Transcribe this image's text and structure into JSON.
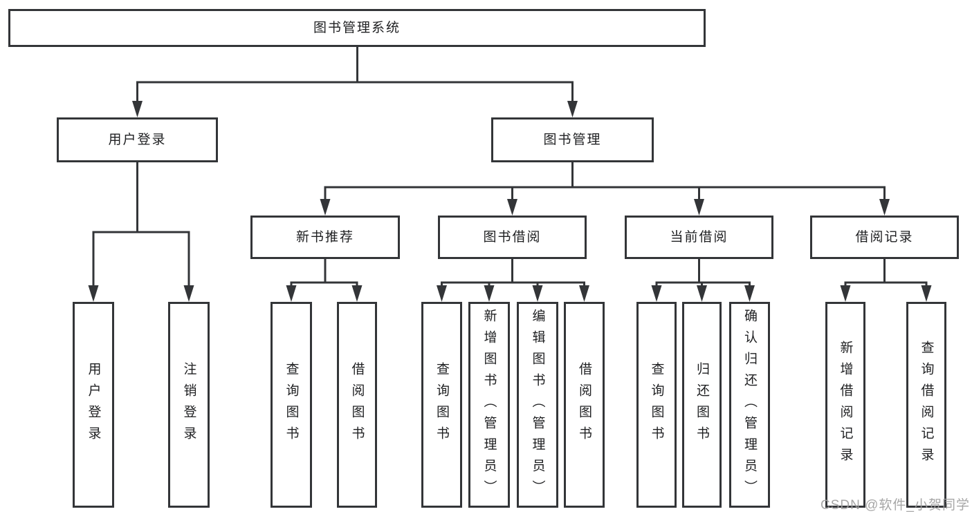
{
  "colors": {
    "line": "#333538",
    "box_border": "#333538",
    "box_fill": "#ffffff",
    "text": "#1e1f21",
    "watermark_text": "#9e9e9e",
    "background": "#ffffff"
  },
  "tree": {
    "root": "图书管理系统",
    "branches": [
      {
        "label": "用户登录",
        "children": [
          "用户登录",
          "注销登录"
        ]
      },
      {
        "label": "图书管理",
        "groups": [
          {
            "label": "新书推荐",
            "children": [
              "查询图书",
              "借阅图书"
            ]
          },
          {
            "label": "图书借阅",
            "children": [
              "查询图书",
              "新增图书（管理员）",
              "编辑图书（管理员）",
              "借阅图书"
            ]
          },
          {
            "label": "当前借阅",
            "children": [
              "查询图书",
              "归还图书",
              "确认归还（管理员）"
            ]
          },
          {
            "label": "借阅记录",
            "children": [
              "新增借阅记录",
              "查询借阅记录"
            ]
          }
        ]
      }
    ]
  },
  "watermark": "CSDN @软件_小贺同学"
}
